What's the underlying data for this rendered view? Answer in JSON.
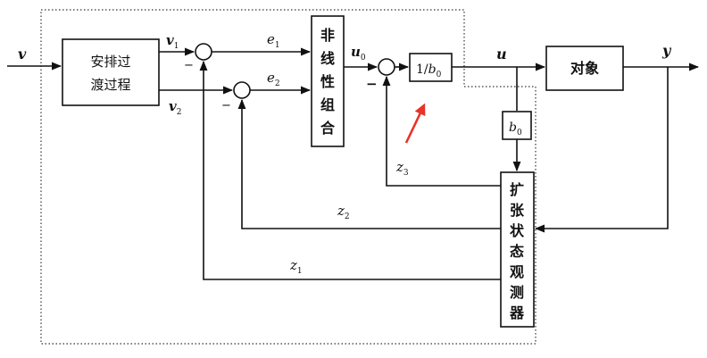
{
  "blocks": {
    "transition": [
      "安排过",
      "渡过程"
    ],
    "nonlinear": [
      "非",
      "线",
      "性",
      "组",
      "合"
    ],
    "gain_inverse": {
      "main": "1/",
      "var": "b",
      "sub": "0"
    },
    "plant": "对象",
    "gain_b0": {
      "var": "b",
      "sub": "0"
    },
    "observer": [
      "扩",
      "张",
      "状",
      "态",
      "观",
      "测",
      "器"
    ]
  },
  "signals": {
    "v": "v",
    "v1": {
      "var": "v",
      "sub": "1"
    },
    "v2": {
      "var": "v",
      "sub": "2"
    },
    "e1": {
      "var": "e",
      "sub": "1"
    },
    "e2": {
      "var": "e",
      "sub": "2"
    },
    "u0": {
      "var": "u",
      "sub": "0"
    },
    "u": "u",
    "y": "y",
    "z1": {
      "var": "z",
      "sub": "1"
    },
    "z2": {
      "var": "z",
      "sub": "2"
    },
    "z3": {
      "var": "z",
      "sub": "3"
    }
  },
  "signs": {
    "minus": "−"
  },
  "colors": {
    "line": "#111111",
    "annotation_arrow": "#e8332a"
  }
}
